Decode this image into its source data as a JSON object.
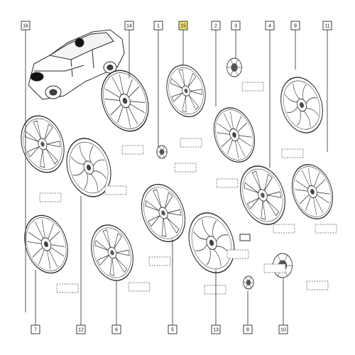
{
  "diagram": {
    "accent": "#f0e070",
    "line": "#2a2a2a",
    "callouts": [
      {
        "id": "c16",
        "label": "16",
        "highlight": false
      },
      {
        "id": "c14",
        "label": "14",
        "highlight": false
      },
      {
        "id": "c1",
        "label": "1",
        "highlight": false
      },
      {
        "id": "c15",
        "label": "15",
        "highlight": true
      },
      {
        "id": "c2",
        "label": "2",
        "highlight": false
      },
      {
        "id": "c3",
        "label": "3",
        "highlight": false
      },
      {
        "id": "c4",
        "label": "4",
        "highlight": false
      },
      {
        "id": "c9",
        "label": "9",
        "highlight": false
      },
      {
        "id": "c11",
        "label": "11",
        "highlight": false
      },
      {
        "id": "c7",
        "label": "7",
        "highlight": false
      },
      {
        "id": "c12",
        "label": "12",
        "highlight": false
      },
      {
        "id": "c6",
        "label": "6",
        "highlight": false
      },
      {
        "id": "c5",
        "label": "5",
        "highlight": false
      },
      {
        "id": "c13",
        "label": "13",
        "highlight": false
      },
      {
        "id": "c8",
        "label": "8",
        "highlight": false
      },
      {
        "id": "c10",
        "label": "10",
        "highlight": false
      }
    ]
  }
}
